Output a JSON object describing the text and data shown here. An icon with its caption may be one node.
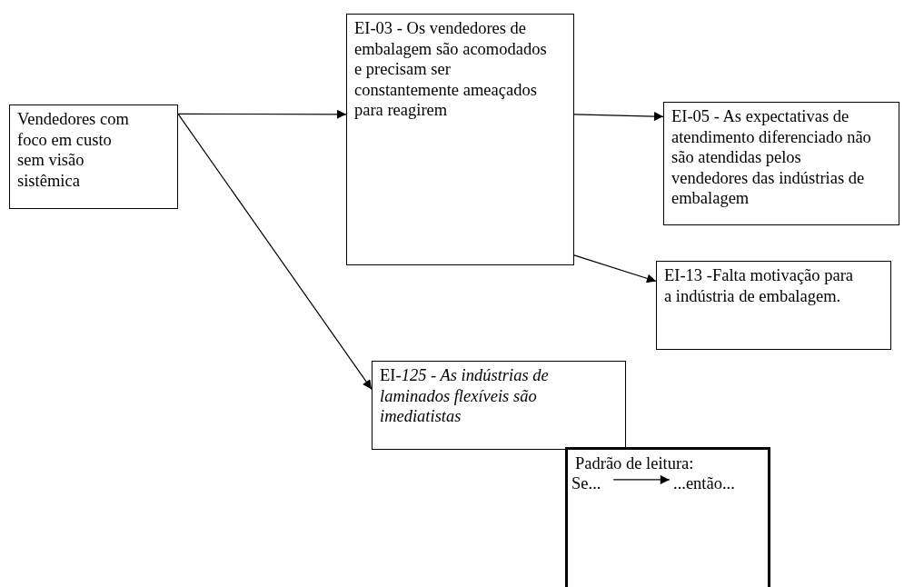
{
  "diagram": {
    "nodes": [
      {
        "text": [
          "Vendedores com foco em custo sem visão sistêmica"
        ]
      },
      {
        "text": [
          "EI-03 - Os vendedores de embalagem são acomodados e precisam ser constantemente ameaçados para reagirem"
        ]
      },
      {
        "text": [
          "EI-05 - As expectativas de atendimento diferenciado não são atendidas pelos vendedores das indústrias de embalagem"
        ]
      },
      {
        "text": [
          "EI-13 -Falta motivação para a indústria de embalagem."
        ]
      },
      {
        "text": [
          "EI-*125 - As indústrias de laminados flexíveis são imediatistas*"
        ]
      },
      {
        "text": [
          "Padrão de leitura:"
        ]
      },
      {
        "text": [
          "Se..."
        ],
        "in": 5
      },
      {
        "text": [
          "...então..."
        ],
        "in": 5
      }
    ],
    "edges": [
      {
        "from": 0,
        "to": 1,
        "arrow": "to"
      },
      {
        "from": 0,
        "to": 4,
        "arrow": "to"
      },
      {
        "from": 1,
        "to": 2,
        "arrow": "to"
      },
      {
        "from": 1,
        "to": 3,
        "arrow": "to"
      },
      {
        "from": 6,
        "to": 7,
        "arrow": "to"
      }
    ]
  }
}
